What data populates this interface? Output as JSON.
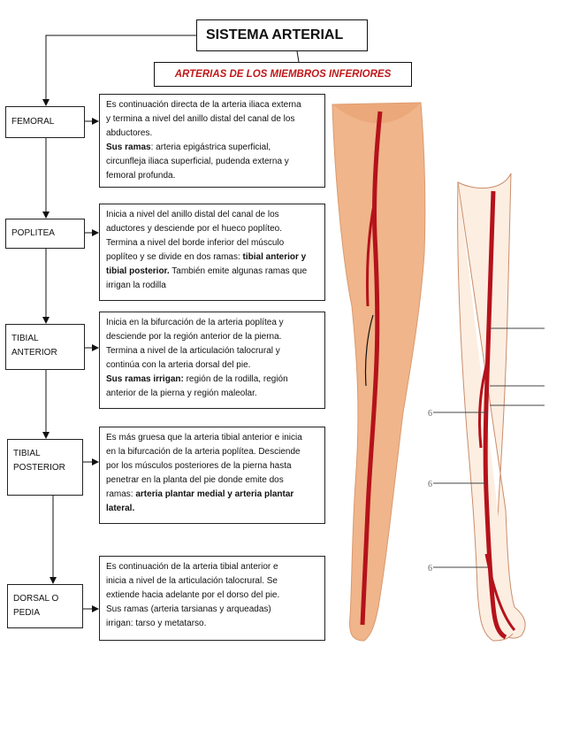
{
  "title": "SISTEMA ARTERIAL",
  "subtitle": "ARTERIAS DE LOS MIEMBROS INFERIORES",
  "labels": {
    "femoral": "FEMORAL",
    "poplitea": "POPLITEA",
    "tibial_anterior_1": "TIBIAL",
    "tibial_anterior_2": "ANTERIOR",
    "tibial_posterior_1": "TIBIAL",
    "tibial_posterior_2": "POSTERIOR",
    "dorsal_1": "DORSAL O",
    "dorsal_2": "PEDIA"
  },
  "descriptions": {
    "femoral": {
      "l1": "Es continuación directa de la arteria iliaca externa",
      "l2": "y termina a nivel del anillo distal del canal de los",
      "l3": "abductores.",
      "l4_bold": "Sus ramas",
      "l4": ": arteria epigástrica superficial,",
      "l5": "circunfleja iliaca superficial, pudenda externa y",
      "l6": "femoral profunda."
    },
    "poplitea": {
      "l1": "Inicia a nivel del anillo distal del canal de los",
      "l2": "aductores y desciende por el hueco poplíteo.",
      "l3": "Termina a nivel del borde inferior del músculo",
      "l4": "poplíteo y se divide en dos ramas: ",
      "l4_bold": "tibial anterior y",
      "l5_bold": "tibial posterior.",
      "l5": " También emite algunas ramas que",
      "l6": "irrigan la rodilla"
    },
    "tibial_anterior": {
      "l1": "Inicia en la bifurcación de la arteria poplítea y",
      "l2": "desciende por la región anterior de la pierna.",
      "l3": "Termina a nivel de la articulación talocrural y",
      "l4": "continúa con la arteria dorsal del pie.",
      "l5_bold": "Sus ramas irrigan:",
      "l5": " región de la rodilla, región",
      "l6": "anterior de la pierna y región maleolar."
    },
    "tibial_posterior": {
      "l1": "Es más gruesa que la arteria tibial anterior e inicia",
      "l2": "en la bifurcación de la arteria poplítea. Desciende",
      "l3": "por los músculos posteriores de la pierna hasta",
      "l4": "penetrar en la planta del pie donde emite dos",
      "l5": "ramas: ",
      "l5_bold": "arteria plantar medial  y arteria plantar",
      "l6_bold": "lateral."
    },
    "dorsal": {
      "l1": "Es continuación de la arteria tibial anterior e",
      "l2": "inicia a nivel de la articulación talocrural. Se",
      "l3": "extiende hacia adelante por el dorso del pie.",
      "l4": "Sus ramas (arteria tarsianas y arqueadas)",
      "l5": "irrigan: tarso y metatarso."
    }
  },
  "colors": {
    "artery": "#b5121b",
    "skin": "#f2b98e",
    "subtitle": "#c0181a"
  },
  "figure_marks": [
    "6",
    "6",
    "6"
  ]
}
